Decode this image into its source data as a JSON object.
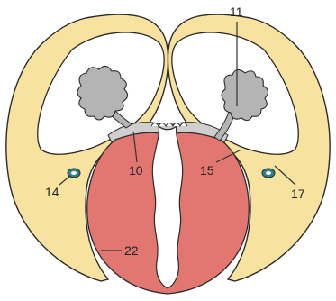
{
  "labels": {
    "l11": "11",
    "l10": "10",
    "l15": "15",
    "l14": "14",
    "l17": "17",
    "l22": "22"
  },
  "colors": {
    "yellow": "#f8e2a0",
    "red": "#e27670",
    "gray": "#b4b4b4",
    "gray_light": "#cfcfcf",
    "vessel": "#2f7f88",
    "outline": "#2a2a2a",
    "white": "#ffffff"
  }
}
